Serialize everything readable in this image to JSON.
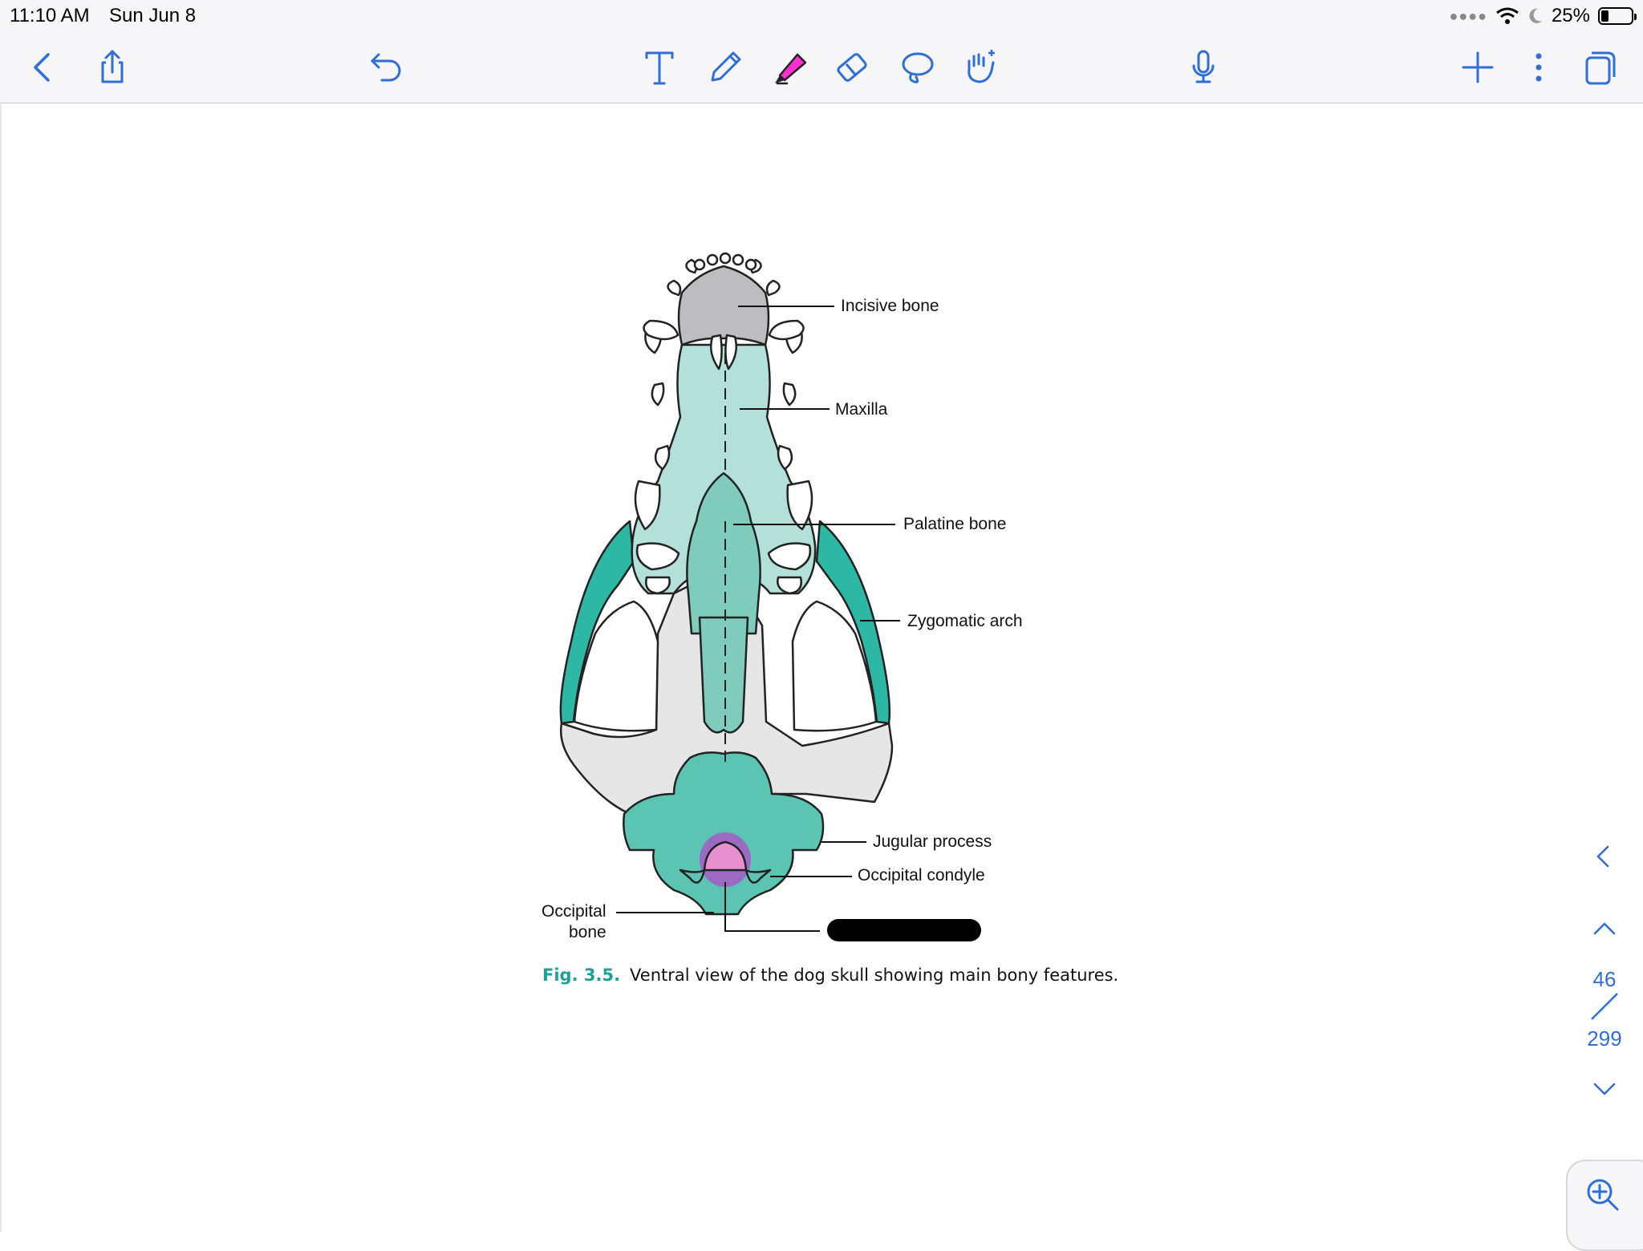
{
  "status_bar": {
    "time": "11:10 AM",
    "date": "Sun Jun 8",
    "battery_percent": "25%",
    "battery_level": 0.25
  },
  "toolbar": {
    "left": [
      "back-chevron-icon",
      "share-icon",
      "undo-icon"
    ],
    "tools": [
      "text-tool-icon",
      "pen-tool-icon",
      "highlighter-tool-icon",
      "eraser-tool-icon",
      "lasso-tool-icon",
      "hand-tool-icon"
    ],
    "right": [
      "microphone-icon",
      "plus-icon",
      "more-vertical-icon",
      "pages-icon"
    ],
    "highlighter_color": "#ff2fd0",
    "accent_color": "#2e6ed8"
  },
  "figure": {
    "labels": {
      "incisive": "Incisive bone",
      "maxilla": "Maxilla",
      "palatine": "Palatine bone",
      "zygomatic": "Zygomatic arch",
      "jugular": "Jugular process",
      "condyle": "Occipital condyle",
      "occipital_line1": "Occipital",
      "occipital_line2": "bone"
    },
    "caption_fig": "Fig. 3.5.",
    "caption_text": "Ventral view of the dog skull showing main bony features.",
    "colors": {
      "incisive": "#bdbdbf",
      "maxilla": "#b3e0d8",
      "palatine": "#7fccbd",
      "zygomatic": "#2db8a6",
      "occipital": "#5cc4b2",
      "bone_grey": "#e6e6e6",
      "foramen": "#b04dc8"
    }
  },
  "navigation": {
    "current_page": "46",
    "total_pages": "299"
  }
}
